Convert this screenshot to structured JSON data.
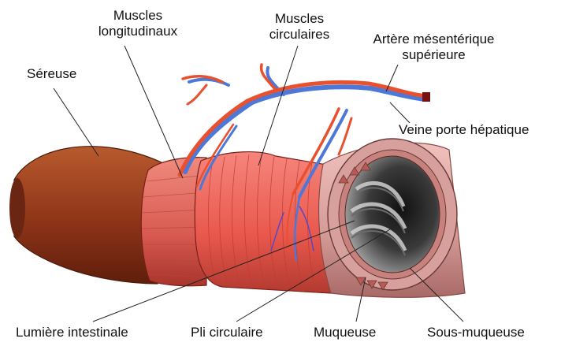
{
  "labels": {
    "muscles_longitudinaux": [
      "Muscles",
      "longitudinaux"
    ],
    "muscles_circulaires": [
      "Muscles",
      "circulaires"
    ],
    "arteriel": [
      "Artère mésentérique",
      "supérieure"
    ],
    "sereuse": "Séreuse",
    "veine": "Veine porte hépatique",
    "lumiere": "Lumière intestinale",
    "pli": "Pli circulaire",
    "muqueuse": "Muqueuse",
    "sous_muqueuse": "Sous-muqueuse"
  },
  "colors": {
    "serosa": "#9c3c1c",
    "muscle_long": "#e06a5e",
    "muscle_circ": "#ef5f55",
    "submucosa": "#d9a3a3",
    "artery": "#e8502e",
    "vein": "#4d78d8",
    "lumen": "#2a2a2a"
  }
}
